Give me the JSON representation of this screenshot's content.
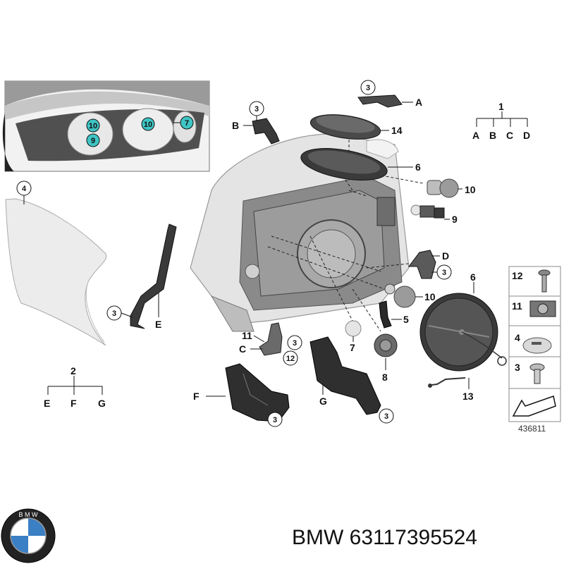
{
  "callouts": {
    "inset_10a": "10",
    "inset_9": "9",
    "inset_10b": "10",
    "inset_7": "7",
    "n4": "4",
    "n3_top_a": "3",
    "n3_top_b": "3",
    "n3_d": "3",
    "n3_left": "3",
    "n3_c": "3",
    "n3_f": "3",
    "n3_g": "3"
  },
  "labels": {
    "A": "A",
    "B": "B",
    "n14": "14",
    "n6": "6",
    "n10": "10",
    "n9": "9",
    "D": "D",
    "n10b": "10",
    "n5": "5",
    "n7": "7",
    "n8": "8",
    "n11": "11",
    "C": "C",
    "n12": "12",
    "E": "E",
    "F": "F",
    "G": "G",
    "n6b": "6",
    "n13": "13"
  },
  "tree1": {
    "root": "1",
    "leaves": [
      "A",
      "B",
      "C",
      "D"
    ]
  },
  "tree2": {
    "root": "2",
    "leaves": [
      "E",
      "F",
      "G"
    ]
  },
  "legend": {
    "items": [
      "12",
      "11",
      "4",
      "3"
    ]
  },
  "diagram_id": "436811",
  "brand_text": "BMW 63117395524",
  "colors": {
    "callout_fill": "#3fc4c4",
    "line": "#222222",
    "part_fill": "#dadada",
    "part_dark": "#3a3a3a"
  }
}
